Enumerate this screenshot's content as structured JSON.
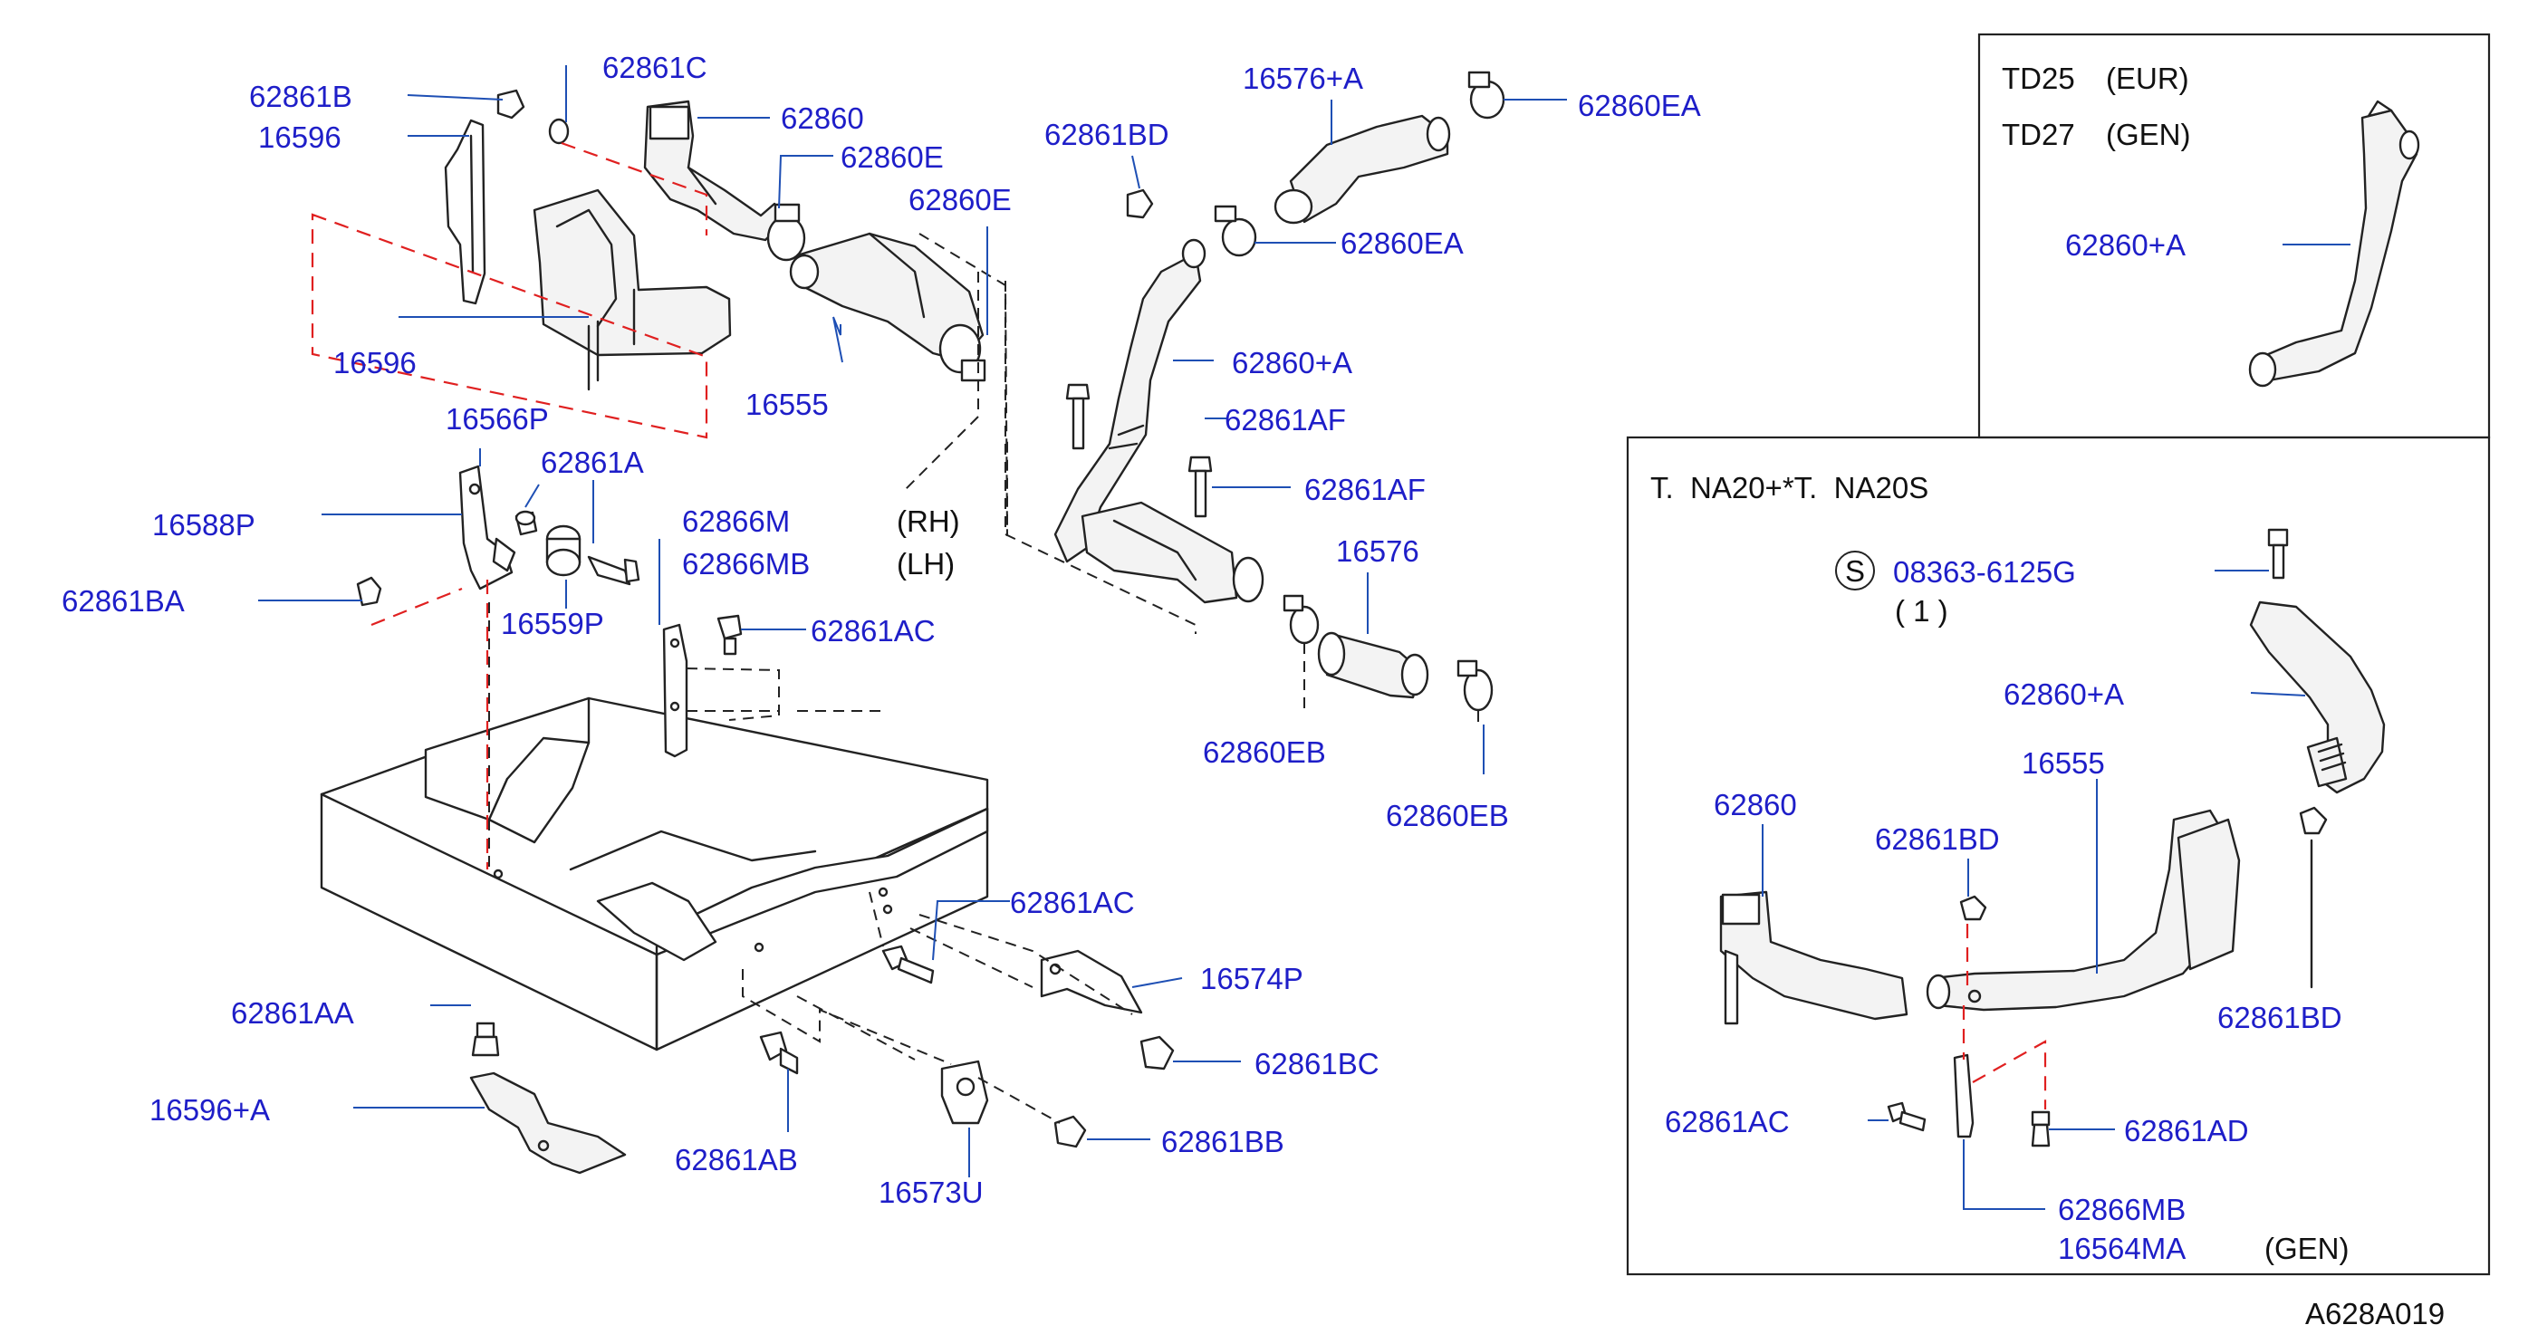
{
  "labels": {
    "p62861B": "62861B",
    "p16596a": "16596",
    "p62861C": "62861C",
    "p62860": "62860",
    "p62860E_a": "62860E",
    "p62860E_b": "62860E",
    "p16596b": "16596",
    "p16555": "16555",
    "p16566P": "16566P",
    "p62861A": "62861A",
    "p16588P": "16588P",
    "p62861BA": "62861BA",
    "p16559P": "16559P",
    "p62866M": "62866M",
    "p62866MB": "62866MB",
    "pRH": "(RH)",
    "pLH": "(LH)",
    "p62861AC": "62861AC",
    "p62861BD": "62861BD",
    "p16576A": "16576+A",
    "p62860EA_a": "62860EA",
    "p62860EA_b": "62860EA",
    "p62860A": "62860+A",
    "p62861AF_a": "62861AF",
    "p62861AF_b": "62861AF",
    "p16576": "16576",
    "p62860EB_a": "62860EB",
    "p62860EB_b": "62860EB",
    "p62861AC_b": "62861AC",
    "p16574P": "16574P",
    "p62861AA": "62861AA",
    "p62861BC": "62861BC",
    "p16596A": "16596+A",
    "p62861AB": "62861AB",
    "p62861BB": "62861BB",
    "p16573U": "16573U",
    "footer": "A628A019"
  },
  "box1": {
    "line1_model": "TD25",
    "line1_region": "(EUR)",
    "line2_model": "TD27",
    "line2_region": "(GEN)",
    "part": "62860+A"
  },
  "box2": {
    "header": "T.  NA20+*T.  NA20S",
    "s_symbol": "S",
    "bolt_part": "08363-6125G",
    "bolt_qty": "( 1 )",
    "p62860A": "62860+A",
    "p16555": "16555",
    "p62860": "62860",
    "p62861BD_a": "62861BD",
    "p62861BD_b": "62861BD",
    "p62861AC": "62861AC",
    "p62861AD": "62861AD",
    "p62866MB": "62866MB",
    "p16564MA": "16564MA",
    "gen": "(GEN)"
  }
}
